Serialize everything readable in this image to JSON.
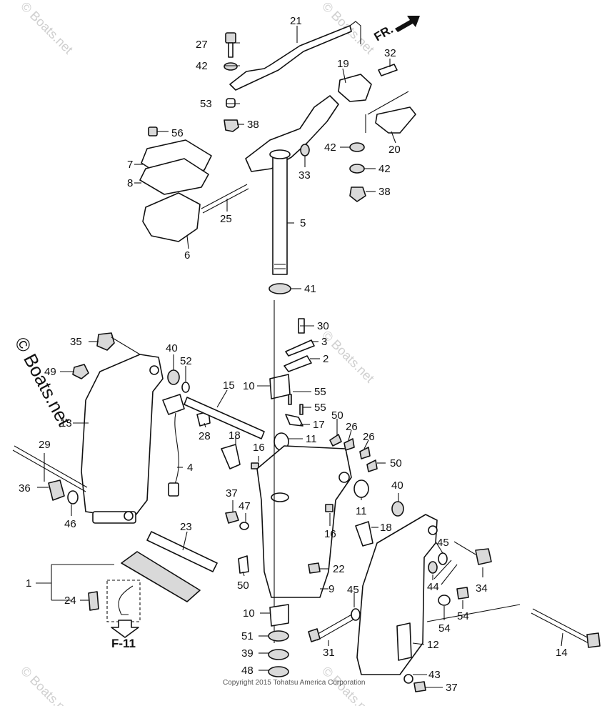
{
  "watermark": "© Boats.net",
  "copyright": "Copyright 2015 Tohatsu America Corporation",
  "direction": "FR.",
  "ref_page": "F-11",
  "callouts": {
    "c1": "1",
    "c2": "2",
    "c3": "3",
    "c4": "4",
    "c5": "5",
    "c6": "6",
    "c7": "7",
    "c8": "8",
    "c9": "9",
    "c10a": "10",
    "c10b": "10",
    "c11a": "11",
    "c11b": "11",
    "c12": "12",
    "c13": "13",
    "c14": "14",
    "c15": "15",
    "c16a": "16",
    "c16b": "16",
    "c17": "17",
    "c18a": "18",
    "c18b": "18",
    "c19": "19",
    "c20": "20",
    "c21": "21",
    "c22": "22",
    "c23": "23",
    "c24": "24",
    "c25": "25",
    "c26a": "26",
    "c26b": "26",
    "c27": "27",
    "c28": "28",
    "c29": "29",
    "c30": "30",
    "c31": "31",
    "c32": "32",
    "c33": "33",
    "c34": "34",
    "c35": "35",
    "c36": "36",
    "c37a": "37",
    "c37b": "37",
    "c38a": "38",
    "c38b": "38",
    "c39": "39",
    "c40a": "40",
    "c40b": "40",
    "c41": "41",
    "c42a": "42",
    "c42b": "42",
    "c42c": "42",
    "c43": "43",
    "c44": "44",
    "c45a": "45",
    "c45b": "45",
    "c46": "46",
    "c47": "47",
    "c48": "48",
    "c49": "49",
    "c50a": "50",
    "c50b": "50",
    "c50c": "50",
    "c51": "51",
    "c52": "52",
    "c53": "53",
    "c54a": "54",
    "c54b": "54",
    "c55a": "55",
    "c55b": "55",
    "c56": "56"
  }
}
